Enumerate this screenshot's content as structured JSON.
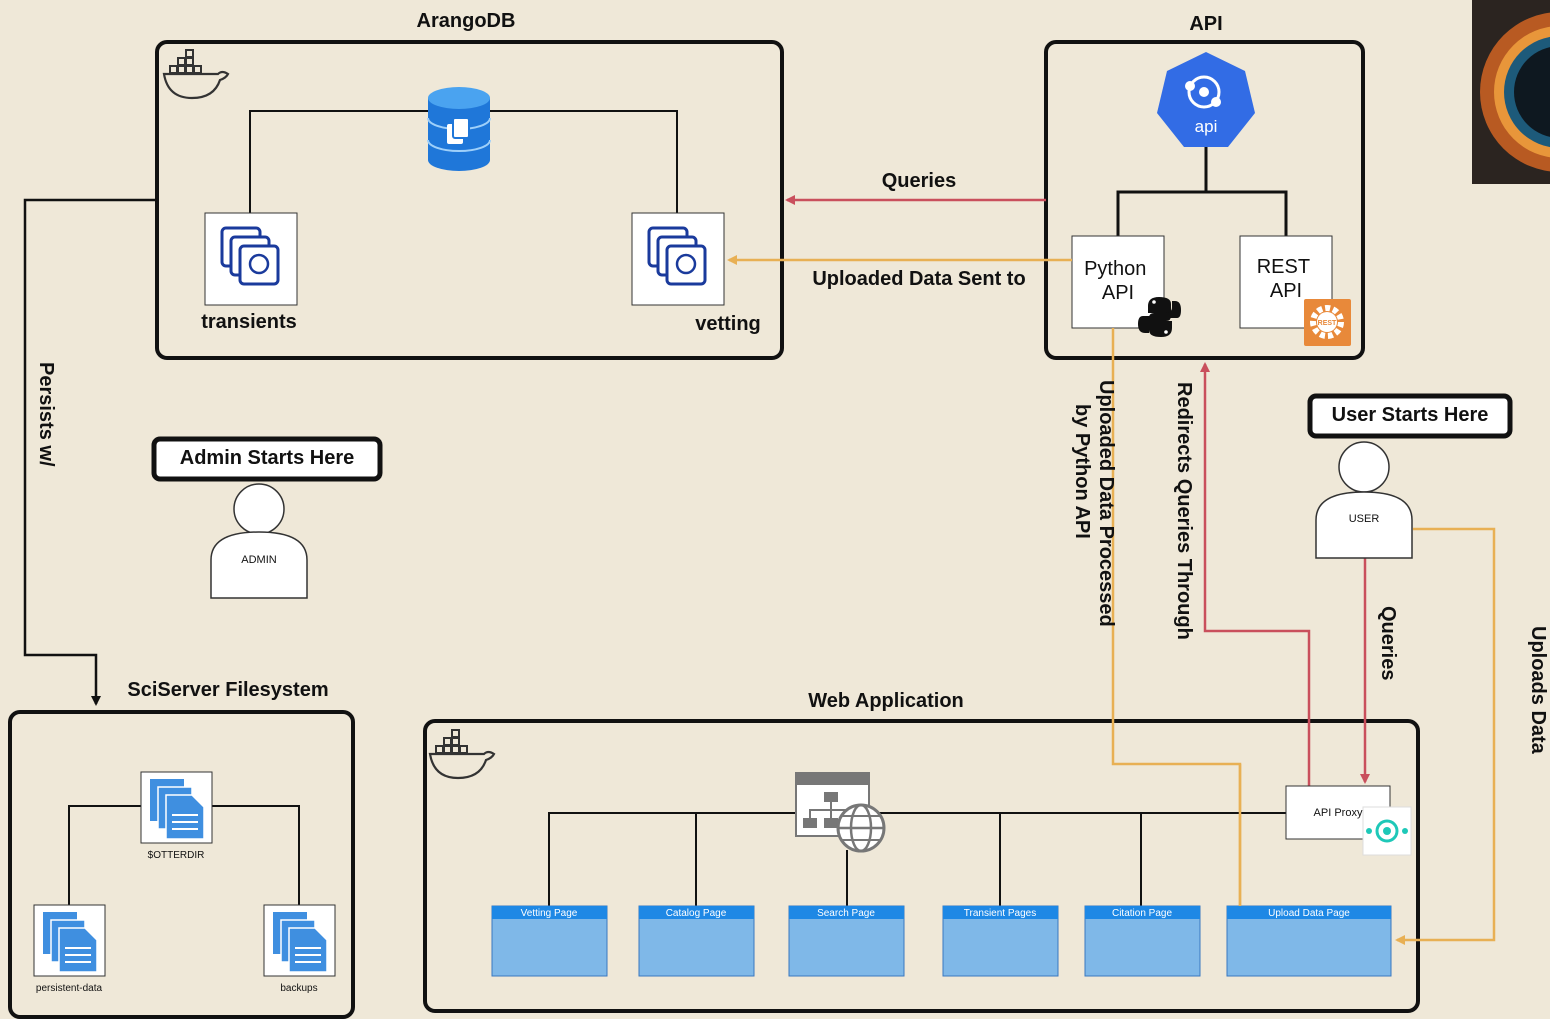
{
  "sections": {
    "arangodb": "ArangoDB",
    "api": "API",
    "sciserver": "SciServer Filesystem",
    "webapp": "Web Application"
  },
  "nodes": {
    "transients": "transients",
    "vetting": "vetting",
    "api_logo": "api",
    "python_api": [
      "Python",
      "API"
    ],
    "rest_api": [
      "REST",
      "API"
    ],
    "rest_badge": "REST",
    "admin_banner": "Admin Starts Here",
    "admin": "ADMIN",
    "user_banner": "User Starts Here",
    "user": "USER",
    "otterdir": "$OTTERDIR",
    "persistent_data": "persistent-data",
    "backups": "backups",
    "api_proxy": "API Proxy"
  },
  "pages": [
    "Vetting Page",
    "Catalog Page",
    "Search Page",
    "Transient Pages",
    "Citation Page",
    "Upload Data Page"
  ],
  "edges": {
    "queries_top": "Queries",
    "uploaded_sent": "Uploaded Data Sent to",
    "persists": "Persists w/",
    "processed": [
      "Uploaded Data Processed",
      "by Python API"
    ],
    "redirects": "Redirects Queries Through",
    "queries_user": "Queries",
    "uploads": "Uploads Data"
  },
  "colors": {
    "background": "#efe8d8",
    "query_edge": "#c94f5c",
    "upload_edge": "#e8b054",
    "page_fill": "#7fb8e8",
    "page_header": "#1e88e5",
    "api_hex": "#326ce5",
    "db_blue": "#1f77d9"
  }
}
